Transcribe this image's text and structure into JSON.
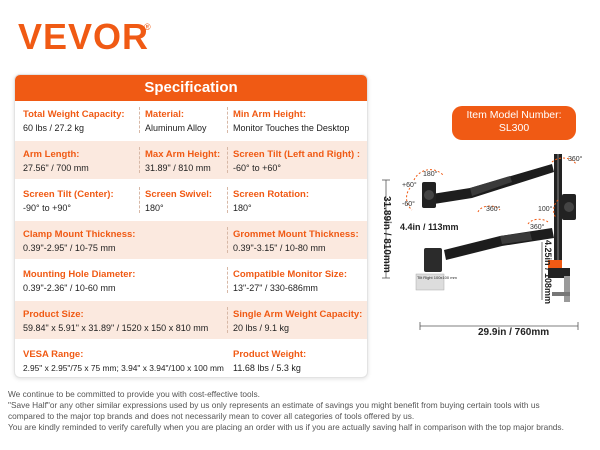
{
  "brand": {
    "logo": "VEVOR",
    "reg": "®"
  },
  "spec": {
    "header": "Specification",
    "rows": [
      {
        "cells": [
          {
            "label": "Total Weight Capacity:",
            "value": "60 lbs / 27.2 kg"
          },
          {
            "label": "Material:",
            "value": "Aluminum Alloy"
          },
          {
            "label": "Min Arm Height:",
            "value": "Monitor Touches the Desktop"
          }
        ]
      },
      {
        "cells": [
          {
            "label": "Arm Length:",
            "value": "27.56\" / 700 mm"
          },
          {
            "label": "Max Arm Height:",
            "value": "31.89\" / 810 mm"
          },
          {
            "label": "Screen Tilt (Left and Right) :",
            "value": "-60° to +60°"
          }
        ]
      },
      {
        "cells": [
          {
            "label": "Screen Tilt (Center):",
            "value": "-90° to +90°"
          },
          {
            "label": "Screen Swivel:",
            "value": "180°"
          },
          {
            "label": "Screen Rotation:",
            "value": "180°"
          }
        ]
      },
      {
        "cells": [
          {
            "label": "Clamp Mount Thickness:",
            "value": "0.39\"-2.95\" / 10-75 mm"
          },
          {
            "label": "Grommet Mount Thickness:",
            "value": "0.39\"-3.15\" / 10-80 mm"
          }
        ]
      },
      {
        "cells": [
          {
            "label": "Mounting Hole Diameter:",
            "value": "0.39\"-2.36\" / 10-60 mm"
          },
          {
            "label": "Compatible Monitor Size:",
            "value": "13\"-27\" / 330-686mm"
          }
        ]
      },
      {
        "cells": [
          {
            "label": "Product Size:",
            "value": "59.84\" x 5.91\" x 31.89\" / 1520 x 150 x 810 mm"
          },
          {
            "label": "Single Arm Weight Capacity:",
            "value": "20 lbs / 9.1 kg"
          }
        ]
      },
      {
        "cells": [
          {
            "label": "VESA Range:",
            "value": "2.95\" x 2.95\"/75 x 75 mm; 3.94\" x 3.94\"/100 x 100 mm"
          },
          {
            "label": "Product Weight:",
            "value": "11.68 lbs / 5.3 kg"
          }
        ]
      }
    ]
  },
  "model": {
    "line1": "Item Model Number:",
    "line2": "SL300"
  },
  "diagram": {
    "height_label": "31.89in / 810mm",
    "arm_label": "4.4in / 113mm",
    "base_label": "4.25in / 108mm",
    "width_label": "29.9in / 760mm",
    "angles": {
      "a180": "180°",
      "a360": "360°",
      "p60": "+60°",
      "m60": "-60°",
      "a100": "100°"
    },
    "monitor_tag": "Tilt Right 100x100 mm"
  },
  "footer": {
    "lines": [
      "We continue to be committed to provide you with cost-effective tools.",
      "\"Save Half\"or any other similar expressions used by us only represents an estimate of savings you might benefit from buying certain tools with us",
      "compared to the major top brands and does not necessarily mean to cover all categories of tools offered by us.",
      "You are kindly reminded to verify carefully when you are placing an order with us if you are actually saving half in comparison with the top major brands."
    ]
  },
  "colors": {
    "accent": "#f05a14",
    "shade": "#fbe9df"
  }
}
